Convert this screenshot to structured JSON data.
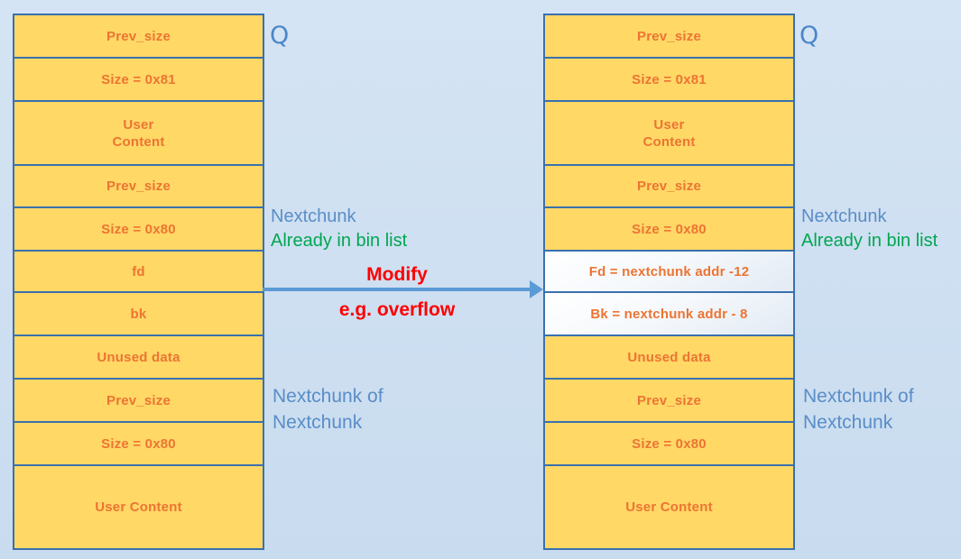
{
  "colors": {
    "background": "#cddff1",
    "box_fill": "#ffd866",
    "box_border": "#3a70ad",
    "box_text_orange": "#ed7433",
    "label_blue": "#5a8dc8",
    "label_green": "#00a651",
    "label_red": "#ff0000",
    "arrow_blue": "#5b9bd5",
    "modified_box_fill": "#ffffff"
  },
  "left_column": {
    "q_label": "Q",
    "rows": [
      {
        "label": "Prev_size"
      },
      {
        "label": "Size = 0x81"
      },
      {
        "label": "User\nContent"
      },
      {
        "label": "Prev_size"
      },
      {
        "label": "Size = 0x80"
      },
      {
        "label": "fd"
      },
      {
        "label": "bk"
      },
      {
        "label": "Unused data"
      },
      {
        "label": "Prev_size"
      },
      {
        "label": "Size = 0x80"
      },
      {
        "label": "User Content"
      }
    ]
  },
  "right_column": {
    "q_label": "Q",
    "rows": [
      {
        "label": "Prev_size"
      },
      {
        "label": "Size = 0x81"
      },
      {
        "label": "User\nContent"
      },
      {
        "label": "Prev_size"
      },
      {
        "label": "Size = 0x80"
      },
      {
        "label": "Fd = nextchunk addr -12"
      },
      {
        "label": "Bk = nextchunk addr - 8"
      },
      {
        "label": "Unused data"
      },
      {
        "label": "Prev_size"
      },
      {
        "label": "Size = 0x80"
      },
      {
        "label": "User Content"
      }
    ]
  },
  "annotations": {
    "left_nextchunk": "Nextchunk",
    "left_already_in_bin": "Already in bin list",
    "left_nextchunk_of_line1": "Nextchunk of",
    "left_nextchunk_of_line2": "Nextchunk",
    "right_nextchunk": "Nextchunk",
    "right_already_in_bin": "Already in bin list",
    "right_nextchunk_of_line1": "Nextchunk of",
    "right_nextchunk_of_line2": "Nextchunk",
    "arrow_label_top": "Modify",
    "arrow_label_bottom": "e.g. overflow"
  }
}
